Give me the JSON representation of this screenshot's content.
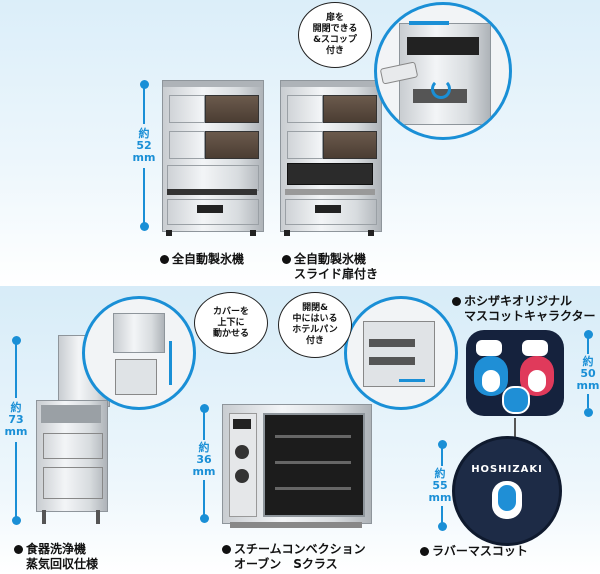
{
  "products": {
    "ice_maker": {
      "caption": "全自動製氷機",
      "dim_lines": [
        "約",
        "52",
        "mm"
      ]
    },
    "ice_maker_slide": {
      "caption_lines": [
        "全自動製氷機",
        "スライド扉付き"
      ]
    },
    "ice_bubble_lines": [
      "扉を",
      "開閉できる",
      "&スコップ",
      "付き"
    ],
    "dishwasher": {
      "caption_lines": [
        "食器洗浄機",
        "蒸気回収仕様"
      ],
      "dim_lines": [
        "約",
        "73",
        "mm"
      ]
    },
    "dishwasher_bubble_lines": [
      "カバーを",
      "上下に",
      "動かせる"
    ],
    "oven": {
      "caption_lines": [
        "スチームコンベクション",
        "オーブン　Sクラス"
      ],
      "dim_lines": [
        "約",
        "36",
        "mm"
      ]
    },
    "oven_bubble_lines": [
      "開閉&",
      "中にはいる",
      "ホテルパン",
      "付き"
    ],
    "mascot": {
      "caption_lines": [
        "ホシザキオリジナル",
        "マスコットキャラクター"
      ],
      "dim_lines": [
        "約",
        "50",
        "mm"
      ]
    },
    "rubber": {
      "caption": "ラバーマスコット",
      "dim_lines": [
        "約",
        "55",
        "mm"
      ],
      "badge_text": "HOSHIZAKI"
    }
  },
  "colors": {
    "accent": "#1a8fd6",
    "steel": "#d8dcdf"
  }
}
